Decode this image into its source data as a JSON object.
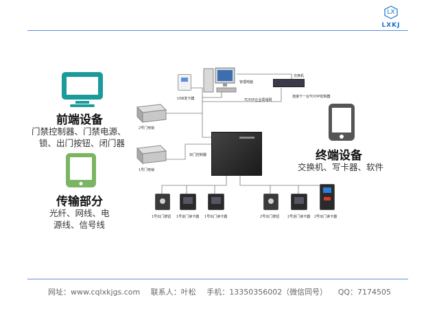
{
  "logo": {
    "mark": "LX",
    "text": "LXKJ"
  },
  "front": {
    "title": "前端设备",
    "desc1": "门禁控制器、门禁电源、",
    "desc2": "锁、出门按钮、闭门器"
  },
  "trans": {
    "title": "传输部分",
    "desc1": "光纤、网线、电",
    "desc2": "源线、信号线"
  },
  "term": {
    "title": "终端设备",
    "desc": "交换机、写卡器、软件"
  },
  "diagram": {
    "usb": "USB发卡器",
    "pc": "管理电脑",
    "switch": "交换机",
    "switch_note": "连接下一台TCP/IP控制器",
    "net": "TCP/IP企业局域网",
    "lock2": "2号门电锁",
    "lock1": "1号门电锁",
    "controller": "双门控制器",
    "d1": "1号出门按钮",
    "d2": "1号进门读卡器",
    "d3": "1号出门读卡器",
    "d4": "2号出门按钮",
    "d5": "2号进门读卡器",
    "d6": "2号出门读卡器"
  },
  "footer": {
    "site": "网址：www.cqlxkjgs.com",
    "contact": "联系人：叶松",
    "phone": "手机：13350356002（微信同号）",
    "qq": "QQ：7174505"
  },
  "colors": {
    "teal": "#1a9a9a",
    "green": "#7bb564",
    "dark": "#555555",
    "rule": "#5b8fd6"
  }
}
